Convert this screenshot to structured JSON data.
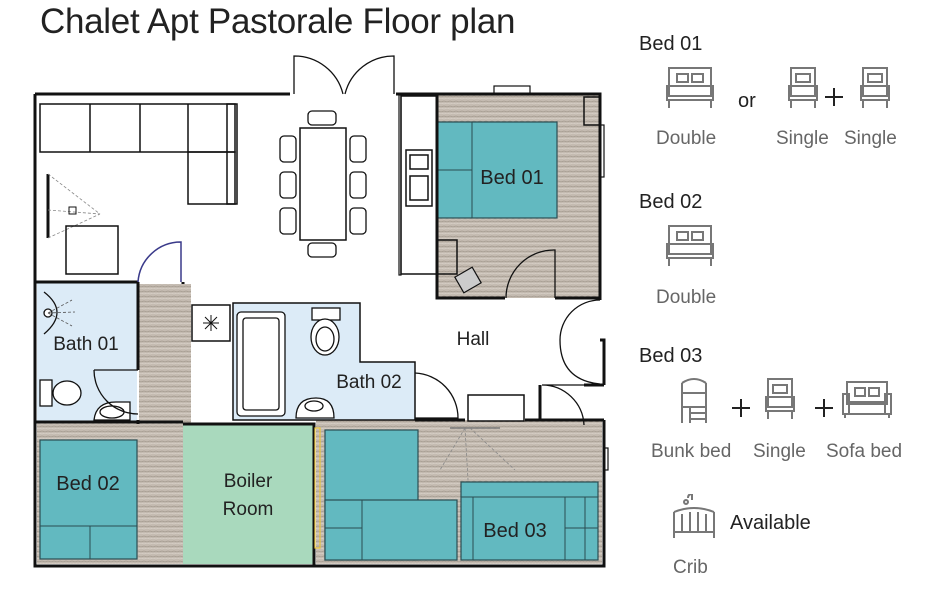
{
  "title": "Chalet Apt Pastorale Floor plan",
  "rooms": {
    "bed01": "Bed 01",
    "bed02": "Bed 02",
    "bed03": "Bed 03",
    "bath01": "Bath 01",
    "bath02": "Bath 02",
    "hall": "Hall",
    "boiler_line1": "Boiler",
    "boiler_line2": "Room"
  },
  "legend": {
    "bed01": {
      "heading": "Bed 01",
      "or": "or",
      "double": "Double",
      "single_a": "Single",
      "single_b": "Single"
    },
    "bed02": {
      "heading": "Bed 02",
      "double": "Double"
    },
    "bed03": {
      "heading": "Bed 03",
      "bunk": "Bunk bed",
      "single": "Single",
      "sofa": "Sofa bed"
    },
    "crib": {
      "available": "Available",
      "label": "Crib"
    }
  },
  "colors": {
    "bed": "#62b9c0",
    "bath": "#dcebf7",
    "boiler": "#a9d9bd",
    "carpet": "#b9afa4",
    "wall": "#111111",
    "icon": "#777777"
  }
}
